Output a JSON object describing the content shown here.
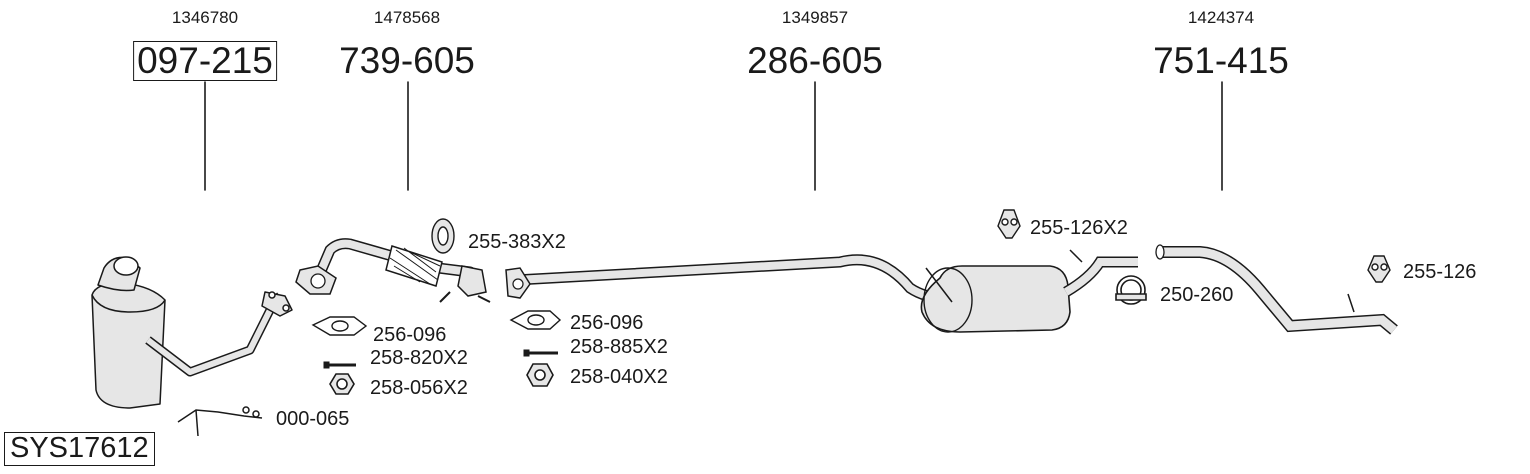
{
  "system_code": "SYS17612",
  "sections": [
    {
      "oe": "1346780",
      "part": "097-215",
      "boxed": true
    },
    {
      "oe": "1478568",
      "part": "739-605",
      "boxed": false
    },
    {
      "oe": "1349857",
      "part": "286-605",
      "boxed": false
    },
    {
      "oe": "1424374",
      "part": "751-415",
      "boxed": false
    }
  ],
  "accessories": {
    "hanger_front": "255-383X2",
    "gasket_1": "256-096",
    "bolt_1": "258-820X2",
    "nut_1": "258-056X2",
    "mount_kit": "000-065",
    "gasket_2": "256-096",
    "bolt_2": "258-885X2",
    "nut_2": "258-040X2",
    "hanger_mid": "255-126X2",
    "clamp": "250-260",
    "hanger_rear": "255-126"
  },
  "colors": {
    "line": "#1a1a1a",
    "part_fill": "#e6e6e6",
    "background": "#ffffff"
  }
}
